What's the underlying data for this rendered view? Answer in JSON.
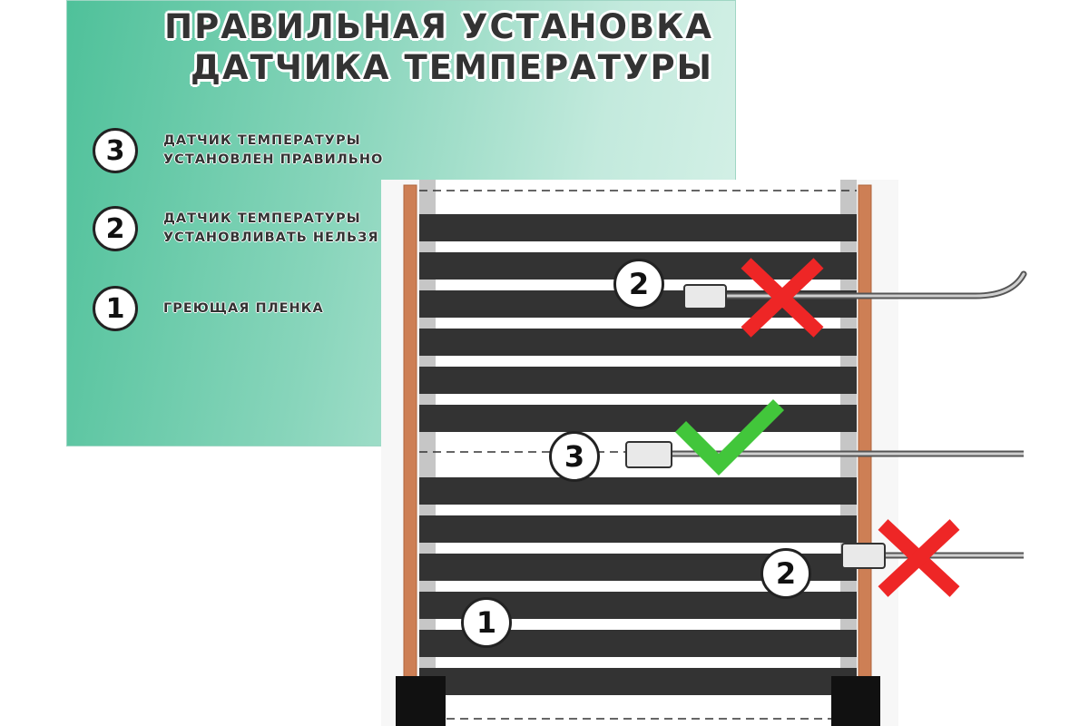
{
  "title": {
    "line1": "Правильная установка",
    "line2": "датчика температуры"
  },
  "legend": [
    {
      "number": "3",
      "line1": "датчик температуры",
      "line2": "установлен правильно"
    },
    {
      "number": "2",
      "line1": "датчик температуры",
      "line2": "установливать нельзя"
    },
    {
      "number": "1",
      "line1": "греющая пленка",
      "line2": ""
    }
  ],
  "markers": {
    "sensor_top": "2",
    "sensor_middle": "3",
    "sensor_right": "2",
    "film": "1"
  },
  "colors": {
    "panel_gradient_start": "#4fc19a",
    "panel_gradient_end": "#d7f1e8",
    "copper_strip": "#cd7f55",
    "carbon_stripe": "#333333",
    "wrong_cross": "#ee2626",
    "correct_check": "#42c63b"
  },
  "icons": {
    "wrong": "cross-icon",
    "correct": "checkmark-icon"
  }
}
